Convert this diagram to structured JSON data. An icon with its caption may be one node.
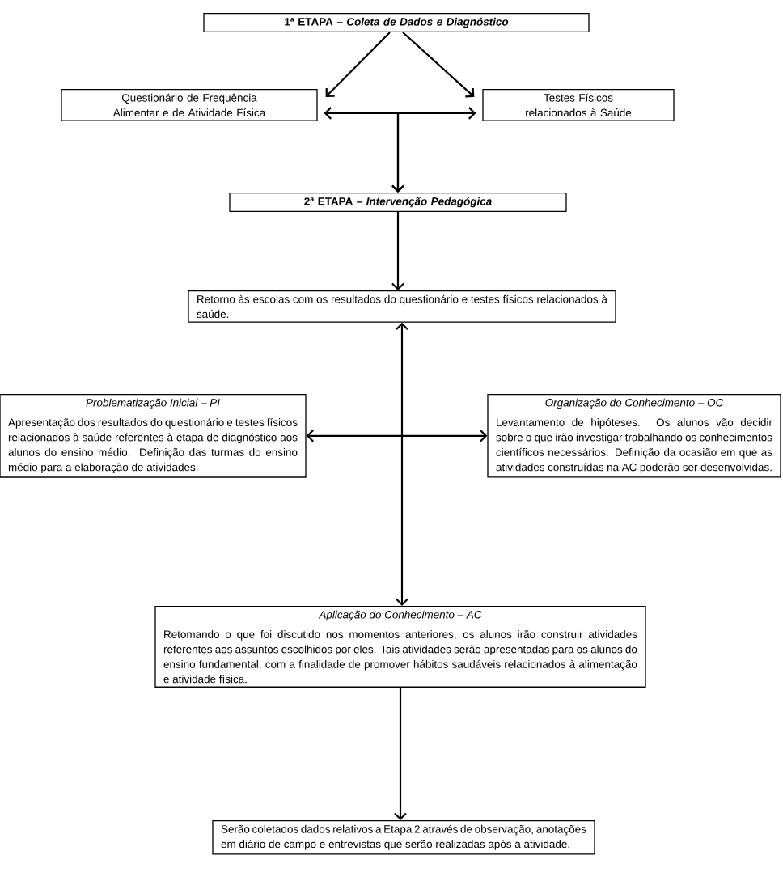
{
  "diagram": {
    "nodes": [
      {
        "text": [
          "1ª ETAPA – *Coleta de Dados e Diagnóstico*"
        ]
      },
      {
        "text": [
          "Questionário de Frequência Alimentar e de Atividade Física"
        ]
      },
      {
        "text": [
          "Testes Físicos relacionados à Saúde"
        ]
      },
      {
        "text": [
          "2ª ETAPA – *Intervenção Pedagógica*"
        ]
      },
      {
        "text": [
          "Retorno às escolas com os resultados do questionário e testes físicos relacionados à saúde."
        ]
      },
      {
        "text": [
          "Problematização Inicial – PI",
          "Apresentação dos resultados do questionário e testes físicos relacionados à saúde referentes à etapa de diagnóstico aos alunos do ensino médio. Definição das turmas do ensino médio para a elaboração de atividades."
        ]
      },
      {
        "text": [
          "Organização do Conhecimento – OC",
          "Levantamento de hipóteses. Os alunos vão decidir sobre o que irão investigar trabalhando os conhecimentos científicos necessários. Definição da ocasião em que as atividades construídas na AC poderão ser desenvolvidas."
        ]
      },
      {
        "text": [
          "Aplicação do Conhecimento – AC",
          "Retomando o que foi discutido nos momentos anteriores, os alunos irão construir atividades referentes aos assuntos escolhidos por eles. Tais atividades serão apresentadas para os alunos do ensino fundamental, com a finalidade de promover hábitos saudáveis relacionados à alimentação e atividade física."
        ]
      },
      {
        "text": [
          "Serão coletados dados relativos a Etapa 2 através de observação, anotações em diário de campo e entrevistas que serão realizadas após a atividade."
        ]
      }
    ],
    "edges": [
      {
        "from": 0,
        "to": 1,
        "arrow": "to"
      },
      {
        "from": 0,
        "to": 2,
        "arrow": "to"
      },
      {
        "from": 1,
        "to": 2,
        "arrow": "both"
      },
      {
        "from": 1,
        "to": 3,
        "arrow": "to"
      },
      {
        "from": 2,
        "to": 3,
        "arrow": "to"
      },
      {
        "from": 3,
        "to": 4,
        "arrow": "to"
      },
      {
        "from": 4,
        "to": 7,
        "arrow": "both"
      },
      {
        "from": 5,
        "to": 6,
        "arrow": "both"
      },
      {
        "from": 7,
        "to": 8,
        "arrow": "to"
      }
    ]
  }
}
